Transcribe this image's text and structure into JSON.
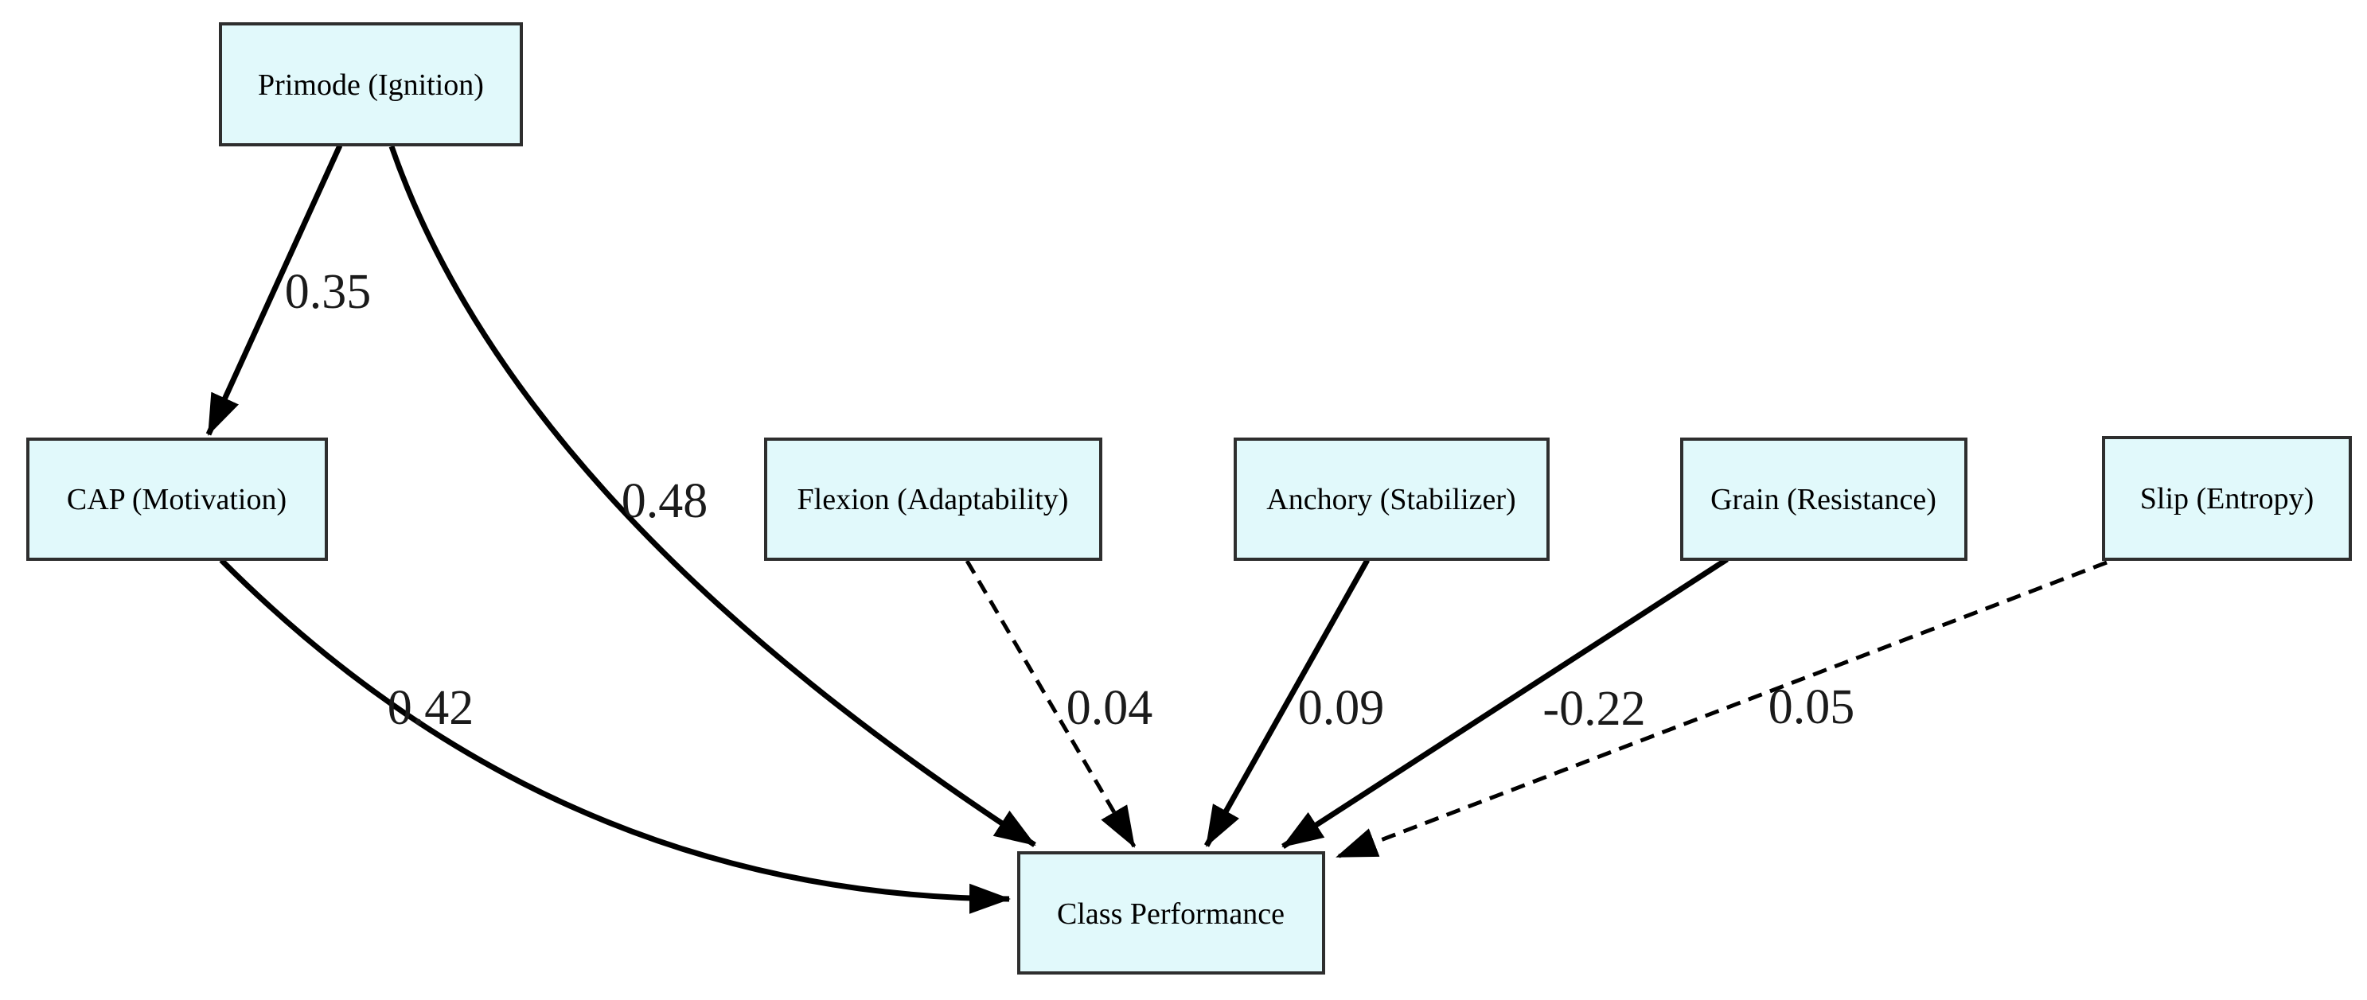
{
  "diagram": {
    "type": "path-diagram",
    "colors": {
      "background": "#ffffff",
      "node_fill": "#e1f9fb",
      "node_border": "#2e2e2e",
      "edge": "#000000",
      "text": "#000000"
    },
    "nodes": [
      {
        "id": "primode",
        "label": "Primode (Ignition)"
      },
      {
        "id": "cap",
        "label": "CAP (Motivation)"
      },
      {
        "id": "flexion",
        "label": "Flexion (Adaptability)"
      },
      {
        "id": "anchory",
        "label": "Anchory (Stabilizer)"
      },
      {
        "id": "grain",
        "label": "Grain (Resistance)"
      },
      {
        "id": "slip",
        "label": "Slip (Entropy)"
      },
      {
        "id": "class_performance",
        "label": "Class Performance"
      }
    ],
    "edges": [
      {
        "from": "Primode (Ignition)",
        "to": "CAP (Motivation)",
        "coefficient": "0.35",
        "line": "solid"
      },
      {
        "from": "Primode (Ignition)",
        "to": "Class Performance",
        "coefficient": "0.48",
        "line": "solid"
      },
      {
        "from": "CAP (Motivation)",
        "to": "Class Performance",
        "coefficient": "0.42",
        "line": "solid"
      },
      {
        "from": "Flexion (Adaptability)",
        "to": "Class Performance",
        "coefficient": "0.04",
        "line": "dashed"
      },
      {
        "from": "Anchory (Stabilizer)",
        "to": "Class Performance",
        "coefficient": "0.09",
        "line": "solid"
      },
      {
        "from": "Grain (Resistance)",
        "to": "Class Performance",
        "coefficient": "-0.22",
        "line": "solid"
      },
      {
        "from": "Slip (Entropy)",
        "to": "Class Performance",
        "coefficient": "0.05",
        "line": "dashed"
      }
    ]
  }
}
